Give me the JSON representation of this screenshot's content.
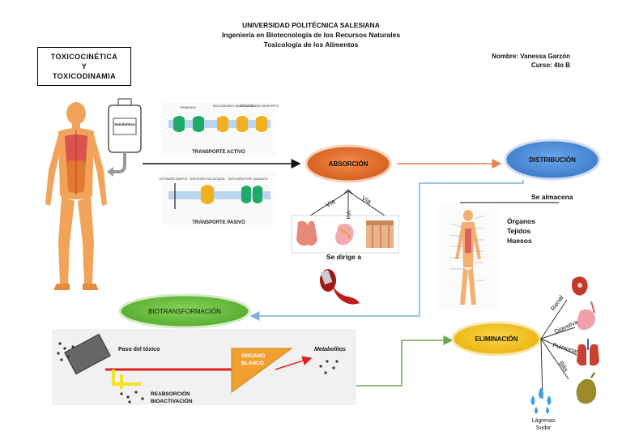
{
  "header": {
    "university": "UNIVERSIDAD POLITÉCNICA SALESIANA",
    "career": "Ingeniería en Biotecnología de los Recursos Naturales",
    "subject": "Toxicología de los Alimentos"
  },
  "student": {
    "name": "Nombre: Vanessa Garzón",
    "course": "Curso: 4to B"
  },
  "title": {
    "line1": "TOXICOCINÉTICA",
    "line2": "Y",
    "line3": "TOXICODINAMIA"
  },
  "bottle_label": "Xenobiótico",
  "transport": {
    "active_title": "TRANSPORTE ACTIVO",
    "passive_title": "TRANSPORTE PASIVO",
    "active_labels": [
      "PRIMARIO",
      "SECUNDARIO ANTIPORTE",
      "SECUNDARIO SIMPORTE"
    ],
    "passive_labels": [
      "DIFUSIÓN SIMPLE",
      "DIFUSIÓN FACILITADA",
      "DIFUSIÓN POR CANALES"
    ]
  },
  "nodes": {
    "absorcion": "ABSORCIÓN",
    "distribucion": "DISTRIBUCIÓN",
    "biotransformacion": "BIOTRANSFORMACIÓN",
    "eliminacion": "ELIMINACIÓN"
  },
  "absorption_routes": {
    "via_left": "Vía",
    "via_right": "Vía",
    "digested": "Se dirige a"
  },
  "distribution": {
    "stored": "Se almacena",
    "places": [
      "Órganos",
      "Tejidos",
      "Huesos"
    ]
  },
  "biotransformation": {
    "toxic_passage": "Paso del tóxico",
    "target_organ_1": "ÓRGANO",
    "target_organ_2": "BLANCO",
    "metabolites": "Metabolitos",
    "reabsorption": "REABSORCIÓN",
    "bioactivation": "BIOACTIVACIÓN"
  },
  "elimination_routes": [
    "Renal",
    "Digestiva",
    "Pulmonar",
    "Bilis"
  ],
  "elimination_extra": [
    "Lágrimas",
    "Sudor"
  ],
  "colors": {
    "absorcion": "#e46c2a",
    "distribucion": "#4a8fd8",
    "biotransformacion": "#6cbf3e",
    "eliminacion": "#f0c21e",
    "arrow_orange": "#e9804a",
    "arrow_blue": "#7fb0de",
    "arrow_green": "#6aa84f",
    "target_organ": "#f0a030"
  }
}
